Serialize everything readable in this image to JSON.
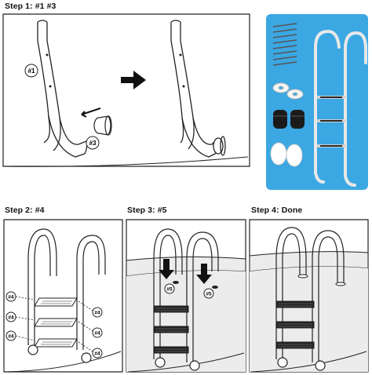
{
  "steps": [
    {
      "title": "Step 1: #1 #3"
    },
    {
      "title": "Step 2: #4"
    },
    {
      "title": "Step 3: #5"
    },
    {
      "title": "Step 4:  Done"
    }
  ],
  "callouts": {
    "handrail": "#1",
    "flange": "#3",
    "step_bolt": "#4",
    "anchor": "#5"
  },
  "colors": {
    "photo_background": "#3ba7e3",
    "outline": "#1a1a1a",
    "tread": "#222222",
    "step_panel_fill": "#ececec"
  },
  "icons": [
    "arrow-right-icon",
    "arrow-down-icon"
  ]
}
